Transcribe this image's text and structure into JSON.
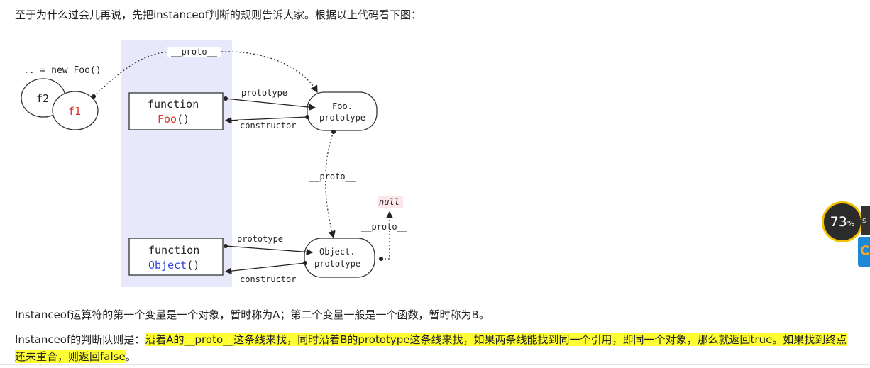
{
  "intro": "至于为什么过会儿再说，先把instanceof判断的规则告诉大家。根据以上代码看下图：",
  "diagram": {
    "new_expr": ".. = new Foo()",
    "f1": "f1",
    "f2": "f2",
    "proto_top": "__proto__",
    "func_kw": "function",
    "foo_name": "Foo",
    "object_name": "Object",
    "parens": "()",
    "prototype_label_1": "prototype",
    "constructor_label_1": "constructor",
    "prototype_label_2": "prototype",
    "constructor_label_2": "constructor",
    "foo_proto_line1": "Foo.",
    "foo_proto_line2": "prototype",
    "obj_proto_line1": "Object.",
    "obj_proto_line2": "prototype",
    "proto_middle": "__proto__",
    "proto_right": "__proto__",
    "null": "null",
    "colors": {
      "panel": "#e8e8fb",
      "red": "#e0302a",
      "blue": "#3344dd",
      "null_bg": "#fbe6ea"
    }
  },
  "p1": "Instanceof运算符的第一个变量是一个对象，暂时称为A；第二个变量一般是一个函数，暂时称为B。",
  "p2_plain": "Instanceof的判断队则是：",
  "p2_highlight": "沿着A的__proto__这条线来找，同时沿着B的prototype这条线来找，如果两条线能找到同一个引用，即同一个对象，那么就返回true。如果找到终点还未重合，则返回false",
  "p2_tail": "。",
  "widget": {
    "progress": "73",
    "percent_sign": "%",
    "side_char": "s"
  }
}
